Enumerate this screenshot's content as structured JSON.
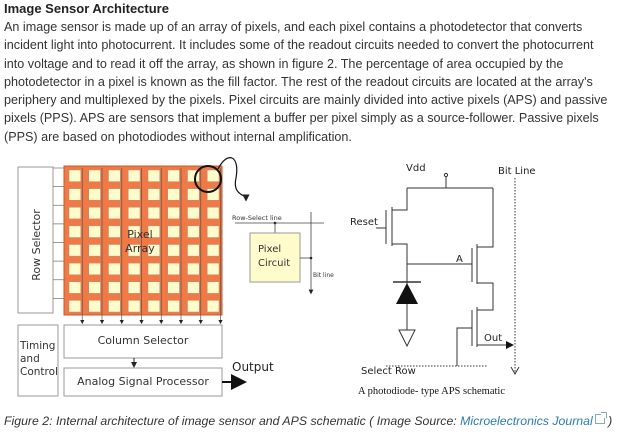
{
  "section": {
    "title": "Image Sensor Architecture",
    "paragraph": "An image sensor is made up of an array of pixels, and each pixel contains a photodetector that converts incident light into photocurrent. It includes some of the readout circuits needed to convert the photocurrent into voltage and to read it off the array, as shown in figure 2. The percentage of area occupied by the photodetector in a pixel is known as the fill factor. The rest of the readout circuits are located at the array's periphery and multiplexed by the pixels. Pixel circuits are mainly divided into active pixels (APS) and passive pixels (PPS). APS are sensors that implement a buffer per pixel simply as a source-follower. Passive pixels (PPS) are based on photodiodes without internal amplification."
  },
  "figure": {
    "architecture": {
      "row_selector": "Row Selector",
      "pixel_array_line1": "Pixel",
      "pixel_array_line2": "Array",
      "array_rows": 8,
      "array_cols": 8,
      "column_selector": "Column Selector",
      "timing_line1": "Timing",
      "timing_line2": "and",
      "timing_line3": "Control",
      "analog_processor": "Analog Signal Processor",
      "output": "Output",
      "row_select_line": "Row-Select line",
      "pixel_circuit_line1": "Pixel",
      "pixel_circuit_line2": "Circuit",
      "bit_line_small": "Bit line",
      "colors": {
        "array_bg": "#f07a45",
        "cell_fill": "#fffccc",
        "box_stroke": "#999999"
      }
    },
    "aps": {
      "vdd": "Vdd",
      "bit_line": "Bit Line",
      "reset": "Reset",
      "node_a": "A",
      "out": "Out",
      "select_row": "Select Row",
      "subtitle": "A photodiode- type APS schematic"
    }
  },
  "caption": {
    "text": "Figure 2: Internal architecture of image sensor and APS schematic ( Image Source: ",
    "link_text": "Microelectronics Journal",
    "suffix": " )",
    "link_color": "#2a7bb5"
  }
}
